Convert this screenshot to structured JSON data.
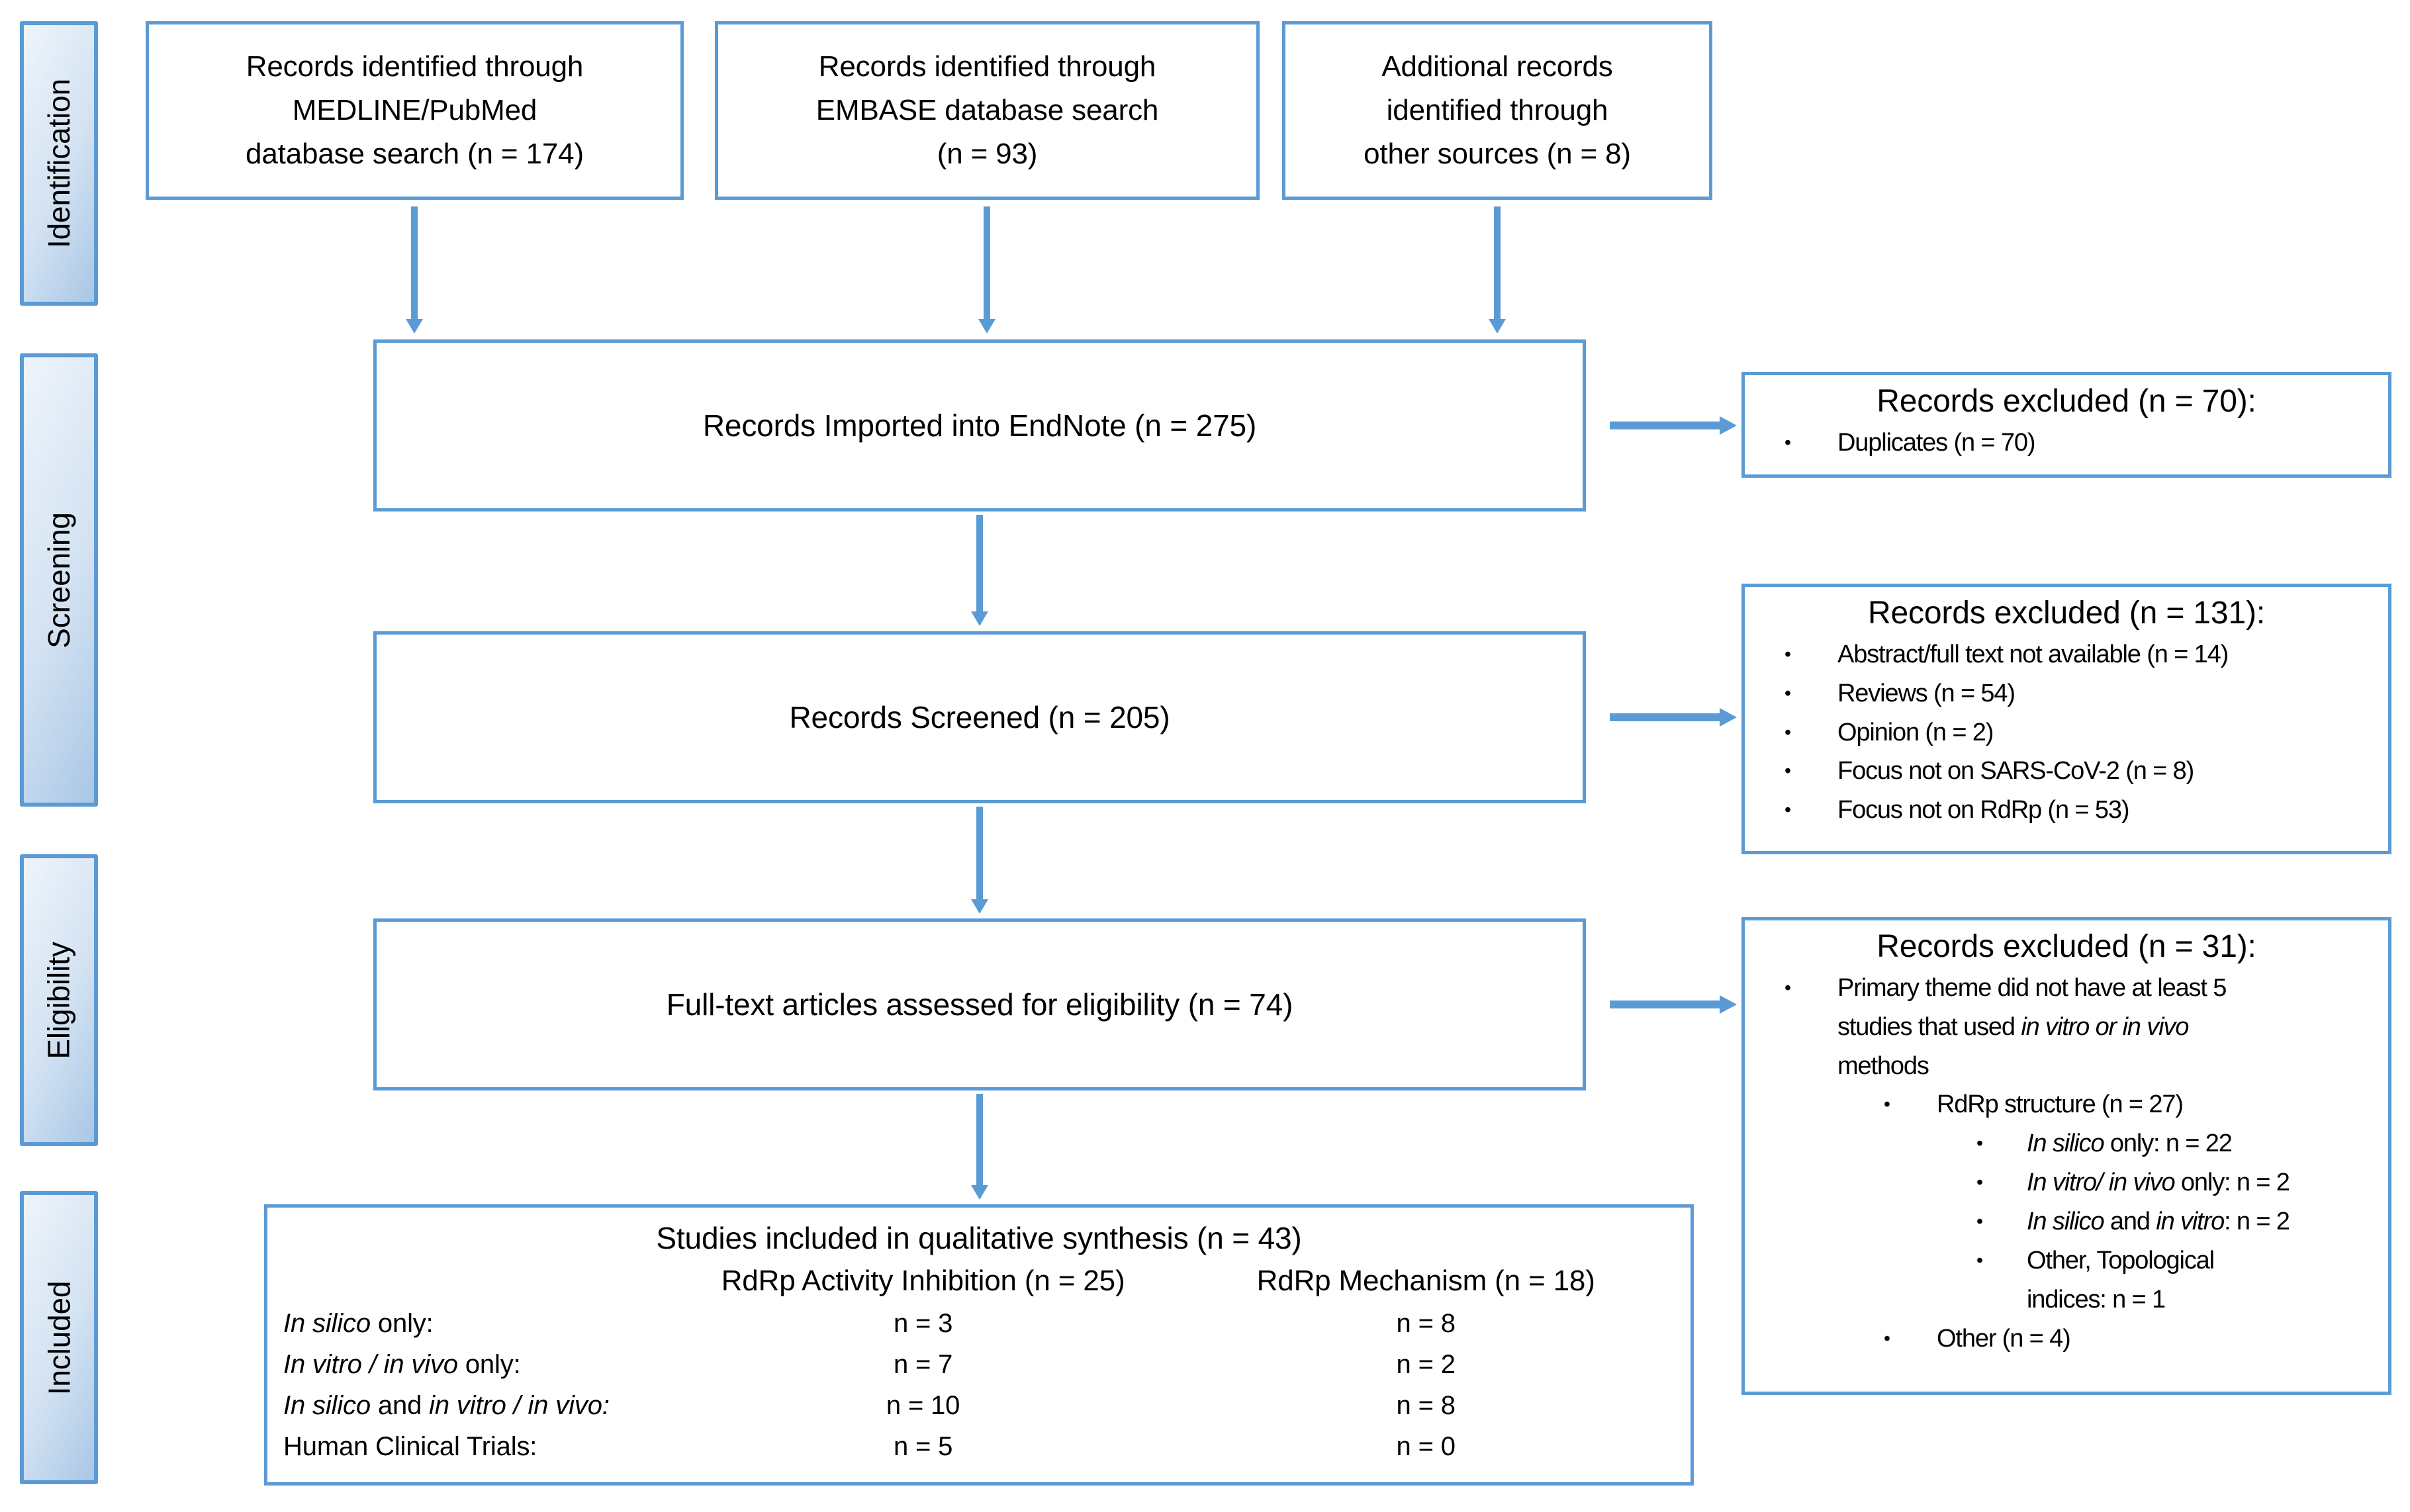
{
  "colors": {
    "accent": "#5B9BD5",
    "stage_gradient_start": "#EEF4FB",
    "stage_gradient_end": "#A9C7E6",
    "text": "#000000"
  },
  "stages": [
    {
      "label": "Identification"
    },
    {
      "label": "Screening"
    },
    {
      "label": "Eligibility"
    },
    {
      "label": "Included"
    }
  ],
  "top_boxes": [
    {
      "lines": [
        "Records identified through",
        "MEDLINE/PubMed",
        "database search (n = 174)"
      ]
    },
    {
      "lines": [
        "Records identified through",
        "EMBASE database search",
        "(n = 93)"
      ]
    },
    {
      "lines": [
        "Additional records",
        "identified through",
        "other sources (n = 8)"
      ]
    }
  ],
  "flow_boxes": [
    {
      "text": "Records Imported into EndNote (n = 275)"
    },
    {
      "text": "Records Screened (n = 205)"
    },
    {
      "text": "Full-text articles assessed for eligibility (n = 74)"
    }
  ],
  "excluded_boxes": [
    {
      "title": "Records excluded (n = 70):",
      "items": [
        {
          "level": 1,
          "lines": [
            "Duplicates (n = 70)"
          ]
        }
      ]
    },
    {
      "title": "Records excluded (n = 131):",
      "items": [
        {
          "level": 1,
          "lines": [
            "Abstract/full text not available (n = 14)"
          ]
        },
        {
          "level": 1,
          "lines": [
            "Reviews (n = 54)"
          ]
        },
        {
          "level": 1,
          "lines": [
            "Opinion (n = 2)"
          ]
        },
        {
          "level": 1,
          "lines": [
            "Focus not on SARS-CoV-2 (n = 8)"
          ]
        },
        {
          "level": 1,
          "lines": [
            "Focus not on RdRp (n = 53)"
          ]
        }
      ]
    },
    {
      "title": "Records excluded (n = 31):",
      "items": [
        {
          "level": 1,
          "lines": [
            [
              {
                "t": "Primary theme did not have at least 5"
              }
            ],
            [
              {
                "t": "studies that used "
              },
              {
                "t": "in vitro or in vivo",
                "i": true
              }
            ],
            [
              {
                "t": "methods"
              }
            ]
          ]
        },
        {
          "level": 2,
          "lines": [
            "RdRp structure (n = 27)"
          ]
        },
        {
          "level": 3,
          "lines": [
            [
              {
                "t": "In silico",
                "i": true
              },
              {
                "t": " only: n = 22"
              }
            ]
          ]
        },
        {
          "level": 3,
          "lines": [
            [
              {
                "t": "In vitro/ in vivo",
                "i": true
              },
              {
                "t": " only: n = 2"
              }
            ]
          ]
        },
        {
          "level": 3,
          "lines": [
            [
              {
                "t": "In silico",
                "i": true
              },
              {
                "t": " and "
              },
              {
                "t": "in vitro",
                "i": true
              },
              {
                "t": ": n = 2"
              }
            ]
          ]
        },
        {
          "level": 3,
          "lines": [
            [
              {
                "t": "Other, Topological"
              }
            ],
            [
              {
                "t": "indices: n = 1"
              }
            ]
          ]
        },
        {
          "level": 2,
          "lines": [
            "Other (n = 4)"
          ]
        }
      ]
    }
  ],
  "included_box": {
    "title": "Studies included in qualitative synthesis (n = 43)",
    "col_headers": [
      "RdRp Activity Inhibition (n = 25)",
      "RdRp Mechanism (n = 18)"
    ],
    "rows": [
      {
        "label": [
          [
            {
              "t": "In silico",
              "i": true
            },
            {
              "t": " only:"
            }
          ]
        ],
        "values": [
          "n = 3",
          "n = 8"
        ]
      },
      {
        "label": [
          [
            {
              "t": "In vitro / in vivo",
              "i": true
            },
            {
              "t": " only:"
            }
          ]
        ],
        "values": [
          "n = 7",
          "n = 2"
        ]
      },
      {
        "label": [
          [
            {
              "t": "In silico",
              "i": true
            },
            {
              "t": " and "
            },
            {
              "t": "in vitro / in vivo:",
              "i": true
            }
          ]
        ],
        "values": [
          "n = 10",
          "n = 8"
        ]
      },
      {
        "label": [
          [
            {
              "t": "Human Clinical Trials:"
            }
          ]
        ],
        "values": [
          "n = 5",
          "n = 0"
        ]
      }
    ]
  }
}
